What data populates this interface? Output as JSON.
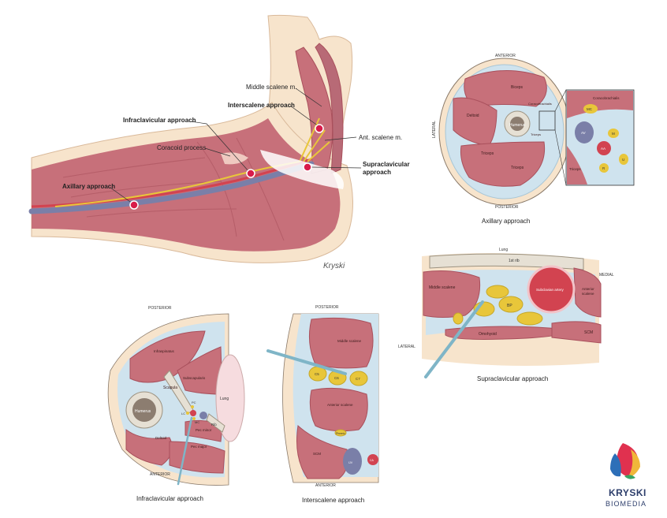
{
  "colors": {
    "skin": "#f7e4cc",
    "muscle": "#c7707a",
    "muscle_dark": "#a9505c",
    "nerve": "#e8c63a",
    "fascia": "#cfe3ee",
    "bone": "#e6e0d4",
    "vessel_vein": "#7a7fa8",
    "vessel_artery": "#d24350",
    "marker": "#d81c4a",
    "needle": "#7fb5c7"
  },
  "main": {
    "middle_scalene": "Middle scalene m.",
    "interscalene": "Interscalene approach",
    "infraclavicular": "Infraclavicular approach",
    "ant_scalene": "Ant. scalene m.",
    "coracoid": "Coracoid process",
    "supraclavicular_line1": "Supraclavicular",
    "supraclavicular_line2": "approach",
    "axillary": "Axillary approach",
    "signature": "Kryski"
  },
  "axillary_panel": {
    "anterior": "ANTERIOR",
    "posterior": "POSTERIOR",
    "lateral": "LATERAL",
    "biceps": "Biceps",
    "coracobrachialis": "Coracobrachialis",
    "deltoid": "Deltoid",
    "humerus": "Humerus",
    "triceps_1": "Triceps",
    "triceps_2": "Triceps",
    "triceps_3": "Triceps",
    "inset_coracobrachialis": "Coracobrachialis",
    "inset_triceps": "Triceps",
    "mc": "MC",
    "av": "AV",
    "m": "M",
    "aa": "AA",
    "r": "R",
    "u": "U",
    "caption": "Axillary approach"
  },
  "supraclavicular_panel": {
    "lung": "Lung",
    "first_rib": "1st rib",
    "medial": "MEDIAL",
    "lateral": "LATERAL",
    "middle_scalene": "Middle scalene",
    "subclavian_artery": "Subclavian artery",
    "anterior_scalene_1": "Anterior",
    "anterior_scalene_2": "scalene",
    "bp": "BP",
    "omohyoid": "Omohyoid",
    "scm": "SCM",
    "caption": "Supraclavicular approach"
  },
  "infraclavicular_panel": {
    "posterior": "POSTERIOR",
    "anterior": "ANTERIOR",
    "infraspinatus": "Infraspinatus",
    "subscapularis": "Subscapularis",
    "scapula": "Scapula",
    "humerus": "Humerus",
    "lung": "Lung",
    "pc": "PC",
    "lc": "LC",
    "mc": "MC",
    "rib": "Rib",
    "pec_minor": "Pec minor",
    "deltoid": "Deltoid",
    "pec_major": "Pec major",
    "caption": "Infraclavicular approach"
  },
  "interscalene_panel": {
    "posterior": "POSTERIOR",
    "anterior": "ANTERIOR",
    "middle_scalene": "Middle scalene",
    "c5": "C5",
    "c6": "C6",
    "c7": "C7",
    "anterior_scalene": "Anterior scalene",
    "phrenic": "Phrenic",
    "scm": "SCM",
    "ij": "IJV",
    "ca": "CA",
    "caption": "Interscalene approach"
  },
  "logo": {
    "line1": "KRYSKI",
    "line2": "BIOMEDIA"
  }
}
